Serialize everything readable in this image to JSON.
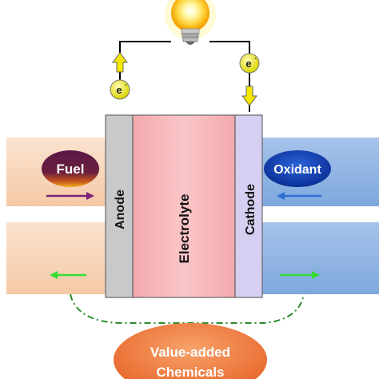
{
  "labels": {
    "fuel": "Fuel",
    "oxidant": "Oxidant",
    "anode": "Anode",
    "electrolyte": "Electrolyte",
    "cathode": "Cathode",
    "electron_left": "e",
    "electron_right": "e",
    "products_line1": "Value-added",
    "products_line2": "Chemicals"
  },
  "icons": {
    "bulb": "lightbulb-icon",
    "electron": "electron-icon",
    "arrow_up": "arrow-up-icon",
    "arrow_down": "arrow-down-icon"
  },
  "colors": {
    "electrolyte": "#f7b8bc",
    "anode": "#c8c8c8",
    "cathode": "#d6cdf0",
    "fuel_channel": "#f8d4b8",
    "oxidant_channel": "#8db3e2",
    "fuel_badge": "#5b1a4a",
    "oxidant_badge": "#1346b8",
    "electron": "#f2ef3a",
    "arrow_yellow": "#f5e800",
    "products": "#f07a3a",
    "fuel_arrow": "#7a1f7a",
    "oxidant_arrow": "#2e6fd0",
    "output_arrow": "#33dd33",
    "dash_line": "#2b8a2b",
    "wire": "#000000"
  }
}
